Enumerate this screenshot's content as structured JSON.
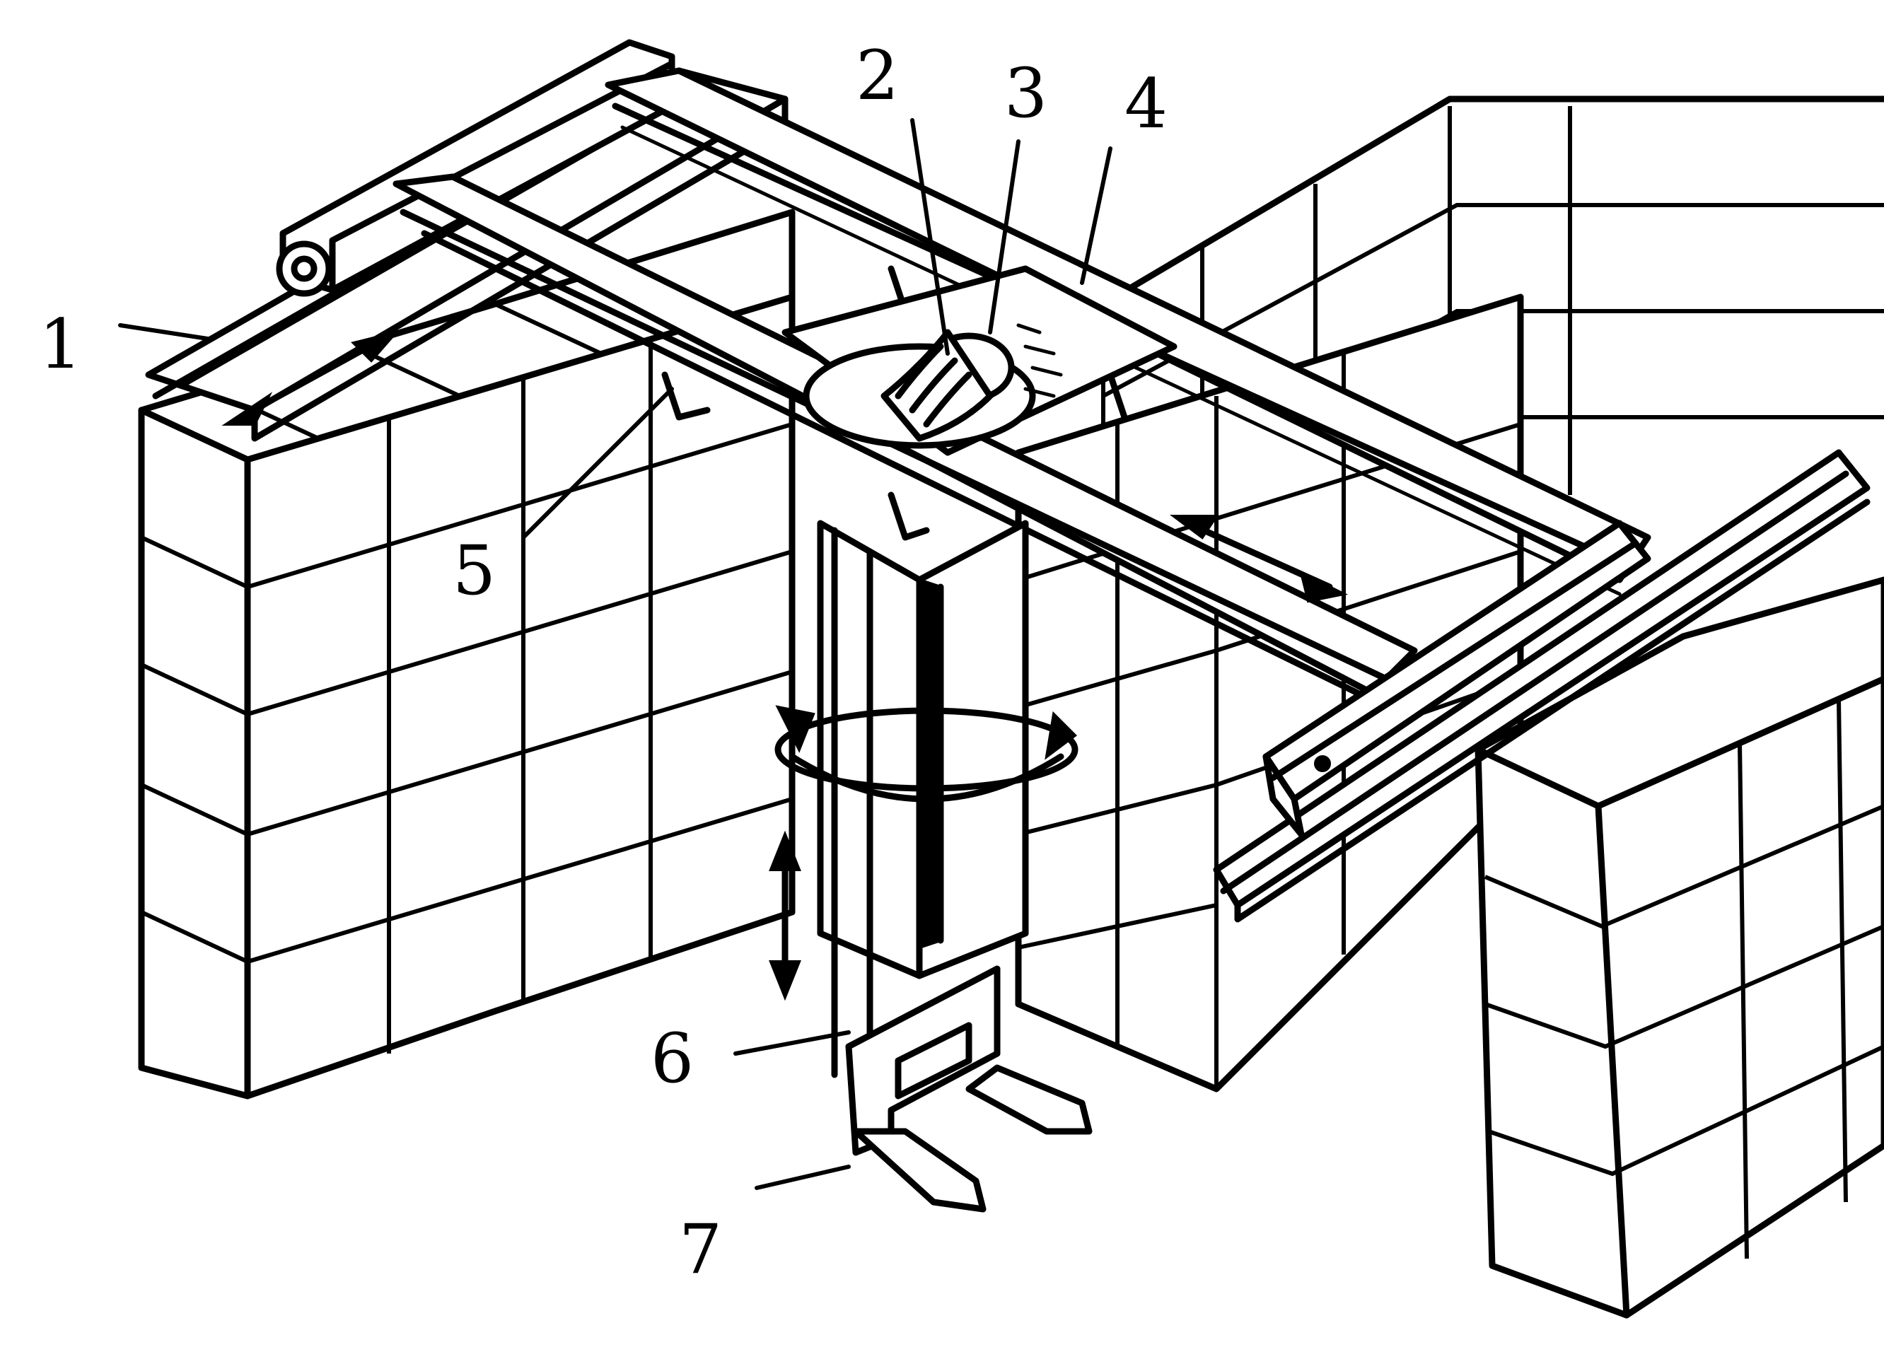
{
  "callouts": [
    {
      "id": "1",
      "text": "1"
    },
    {
      "id": "2",
      "text": "2"
    },
    {
      "id": "3",
      "text": "3"
    },
    {
      "id": "4",
      "text": "4"
    },
    {
      "id": "5",
      "text": "5"
    },
    {
      "id": "6",
      "text": "6"
    },
    {
      "id": "7",
      "text": "7"
    }
  ],
  "colors": {
    "ink": "#000000",
    "paper": "#ffffff"
  }
}
